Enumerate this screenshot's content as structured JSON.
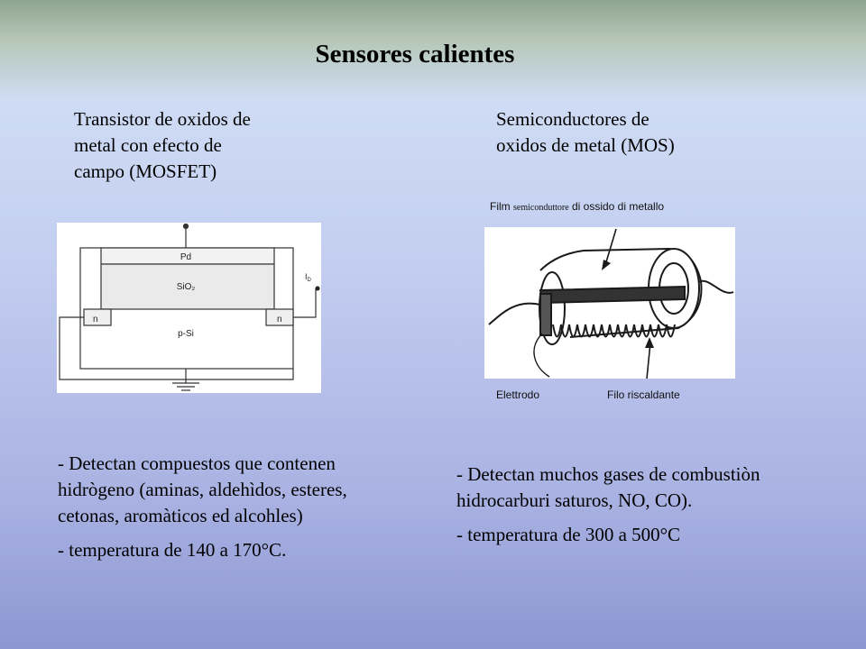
{
  "slide": {
    "title": "Sensores calientes"
  },
  "left": {
    "heading": "Transistor de oxidos de\nmetal con efecto de\ncampo (MOSFET)",
    "diagram": {
      "layer_pd": "Pd",
      "layer_sio2": "SiO₂",
      "layer_psi": "p-Si",
      "region_n_left": "n",
      "region_n_right": "n",
      "current_label": "I",
      "current_sub": "D"
    },
    "bullets": [
      "- Detectan compuestos que contenen hidrògeno (aminas, aldehìdos, esteres, cetonas, aromàticos ed alcohles)",
      "- temperatura de 140 a 170°C."
    ]
  },
  "right": {
    "heading": "Semiconductores de\noxidos de metal (MOS)",
    "diagram": {
      "caption_top_part1": "Film ",
      "caption_top_part2": "semiconduttore",
      "caption_top_part3": " di ossido di metallo",
      "label_electrode": "Elettrodo",
      "label_heater": "Filo riscaldante"
    },
    "bullets": [
      "- Detectan muchos gases de combustiòn hidrocarburi saturos, NO, CO).",
      "- temperatura de 300 a 500°C"
    ]
  }
}
